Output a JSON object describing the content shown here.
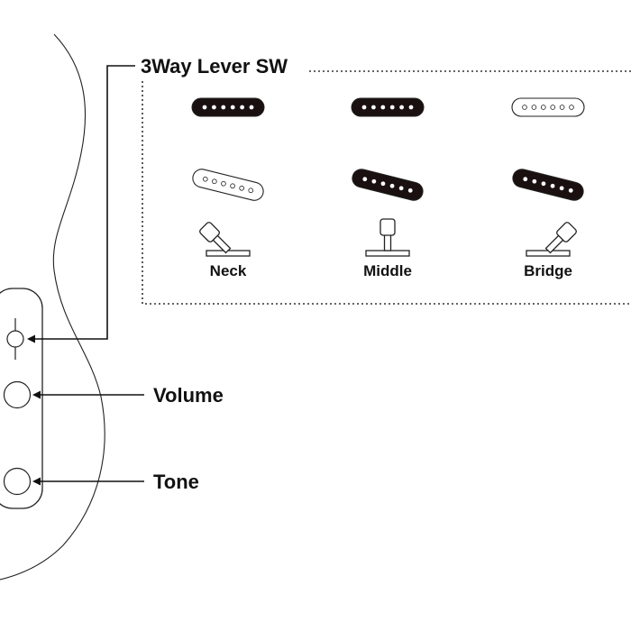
{
  "switch": {
    "title": "3Way Lever SW",
    "positions": [
      {
        "label": "Neck",
        "upper_pickup_active": true,
        "lower_pickup_active": false,
        "lever": "left"
      },
      {
        "label": "Middle",
        "upper_pickup_active": true,
        "lower_pickup_active": true,
        "lever": "center"
      },
      {
        "label": "Bridge",
        "upper_pickup_active": false,
        "lower_pickup_active": true,
        "lever": "right"
      }
    ]
  },
  "controls": {
    "volume_label": "Volume",
    "tone_label": "Tone"
  },
  "colors": {
    "active_pickup": "#1a1010",
    "inactive_pickup": "#ffffff",
    "pole": "#ffffff",
    "line": "#111111"
  }
}
